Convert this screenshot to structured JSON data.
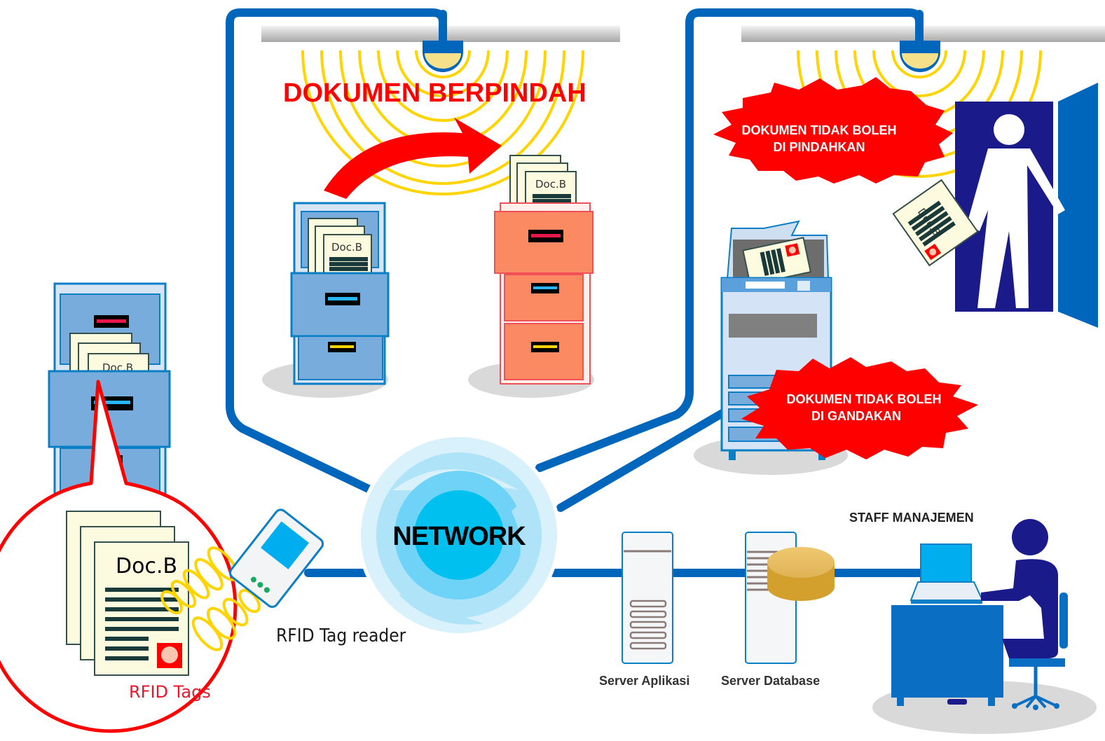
{
  "diagram": {
    "title": "RFID document tracking system",
    "zones": {
      "moving": {
        "heading": "DOKUMEN BERPINDAH"
      },
      "exit_gate": {
        "warning_line1": "DOKUMEN TIDAK BOLEH",
        "warning_line2": "DI PINDAHKAN"
      },
      "copier": {
        "warning_line1": "DOKUMEN TIDAK BOLEH",
        "warning_line2": "DI GANDAKAN"
      }
    },
    "hub": {
      "label": "NETWORK"
    },
    "nodes": {
      "rfid_reader": {
        "label": "RFID Tag reader"
      },
      "rfid_tags": {
        "label": "RFID Tags"
      },
      "app_server": {
        "label": "Server Aplikasi"
      },
      "db_server": {
        "label": "Server Database"
      },
      "staff": {
        "label": "STAFF MANAJEMEN"
      }
    },
    "documents": {
      "doc_label": "Doc.B"
    },
    "colors": {
      "cable": "#0066bb",
      "alert_red": "#ff0000",
      "rfid_wave": "#ffd400",
      "cabinet_blue": "#78acdc",
      "cabinet_orange": "#fb8a63",
      "network_core": "#00c0f0",
      "staff_navy": "#1a1a8a"
    }
  }
}
